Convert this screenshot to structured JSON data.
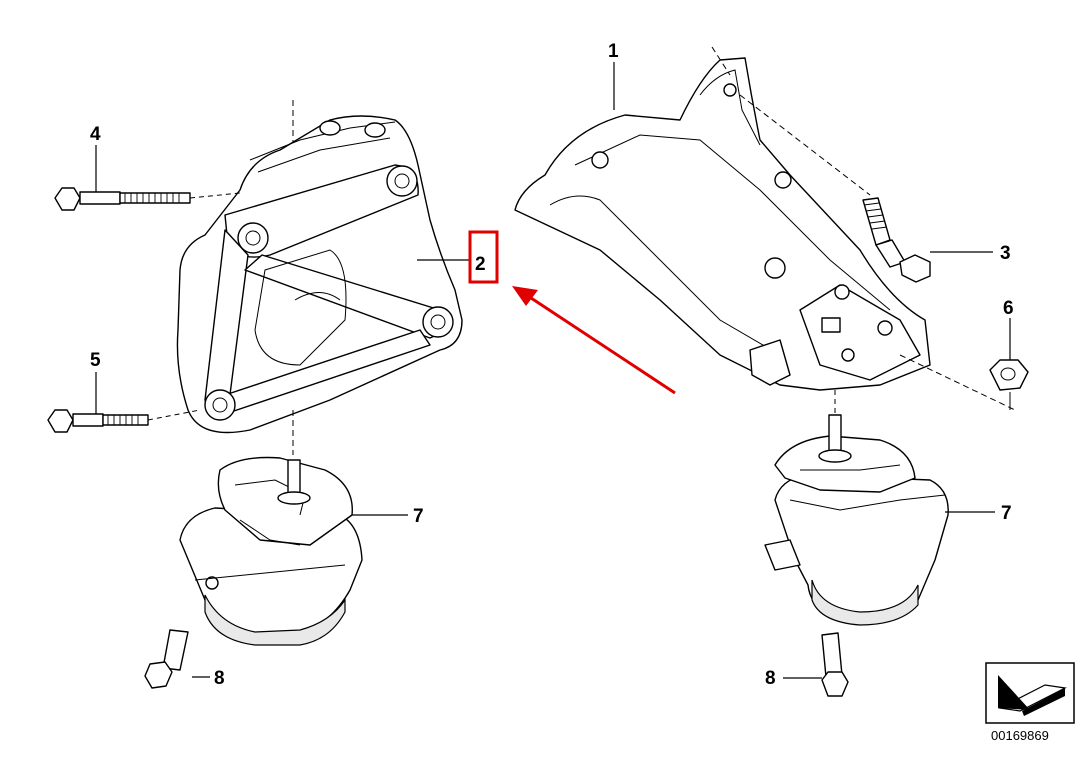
{
  "diagram": {
    "callouts": {
      "part1": "1",
      "part2": "2",
      "part3": "3",
      "part4": "4",
      "part5": "5",
      "part6": "6",
      "part7_left": "7",
      "part7_right": "7",
      "part8_left": "8",
      "part8_right": "8"
    },
    "highlight_color": "#e00000",
    "highlighted_part": "2",
    "diagram_number": "00169869",
    "corner_icon": "direction-arrow-icon"
  }
}
